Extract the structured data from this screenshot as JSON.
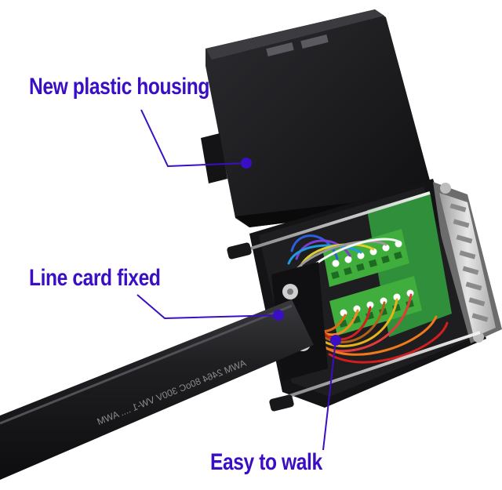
{
  "annotations": {
    "housing": "New plastic housing",
    "line_card": "Line card fixed",
    "walk": "Easy to walk"
  },
  "cable_print": "AWM 2464 80oC 300V VW-1 .... AWM",
  "colors": {
    "callout": "#3a0ec4",
    "housing": "#1c1c1e",
    "terminal_green": "#3fae3c",
    "pcb_green": "#2f8f3a",
    "connector_silver": "#c9c9c9"
  }
}
